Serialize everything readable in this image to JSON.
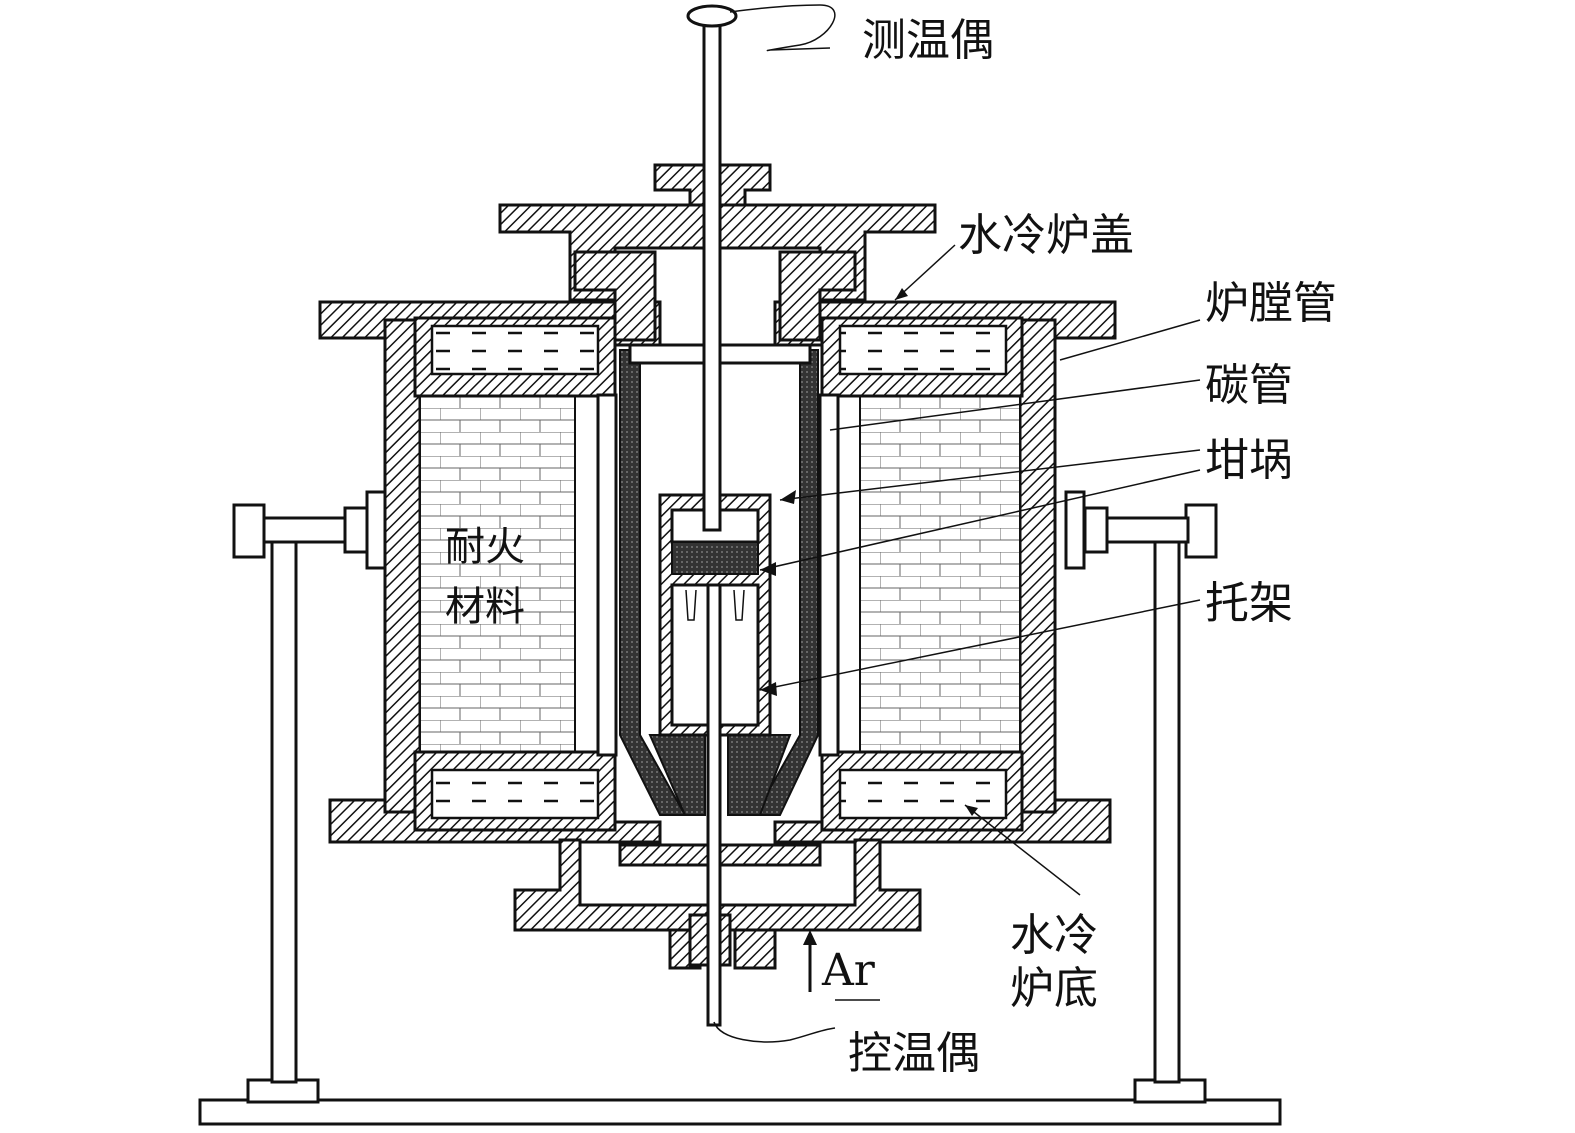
{
  "labels": {
    "measure_thermocouple": "测温偶",
    "water_cooled_cover": "水冷炉盖",
    "furnace_tube": "炉膛管",
    "carbon_tube": "碳管",
    "crucible": "坩埚",
    "bracket": "托架",
    "refractory_line1": "耐火",
    "refractory_line2": "材料",
    "water_cooled_bottom_line1": "水冷",
    "water_cooled_bottom_line2": "炉底",
    "argon": "Ar",
    "control_thermocouple": "控温偶"
  }
}
